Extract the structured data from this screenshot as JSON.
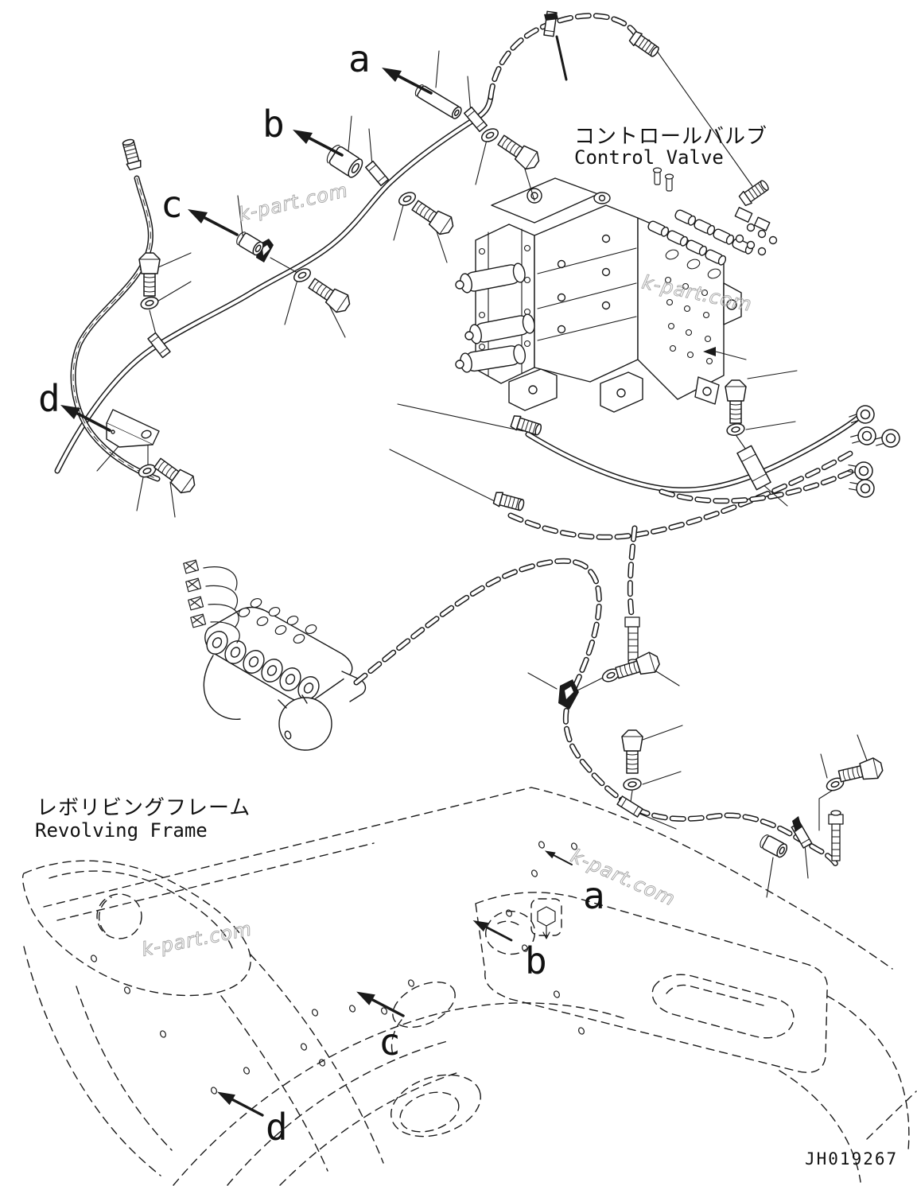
{
  "page": {
    "background": "#ffffff",
    "line_color": "#1a1a1a",
    "watermark_color": "#ababab"
  },
  "labels": {
    "control_valve_ja": "コントロールバルブ",
    "control_valve_en": "Control Valve",
    "revolving_frame_ja": "レボリビングフレーム",
    "revolving_frame_en": "Revolving Frame",
    "drawing_number": "JH019267",
    "watermark": "k-part.com"
  },
  "callouts": {
    "detail": {
      "a": "a",
      "b": "b",
      "c": "c",
      "d": "d"
    },
    "location": {
      "a": "a",
      "b": "b",
      "c": "c",
      "d": "d"
    }
  }
}
